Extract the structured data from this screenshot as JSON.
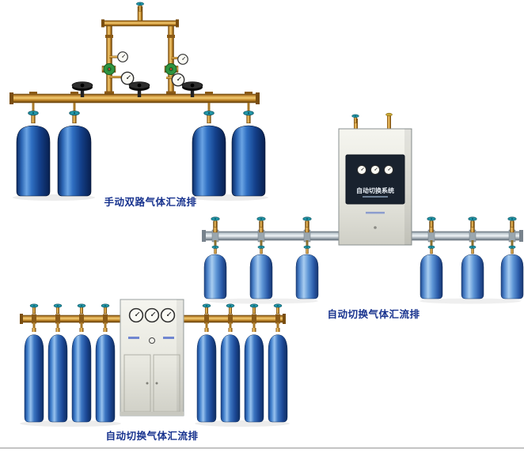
{
  "page": {
    "background": "#ffffff"
  },
  "products": [
    {
      "id": "manual-dual-manifold",
      "label": "手动双路气体汇流排",
      "cylinder_count": 4
    },
    {
      "id": "auto-switch-manifold-wall",
      "label": "自动切换气体汇流排",
      "cabinet_title": "自动切换系统",
      "cylinder_count": 6
    },
    {
      "id": "auto-switch-manifold-floor",
      "label": "自动切换气体汇流排",
      "cylinder_count": 8
    }
  ],
  "colors": {
    "label_text": "#17328e",
    "brass": "#d9a33c",
    "cylinder_blue_dark": "#0a2a62",
    "cylinder_blue_light": "#6aa4e4",
    "steel_pipe": "#c8d2d8",
    "teal_handle": "#2297a8",
    "cabinet_body": "#e9eae2",
    "panel_dark": "#19222e",
    "regulator_green": "#2f9440"
  }
}
